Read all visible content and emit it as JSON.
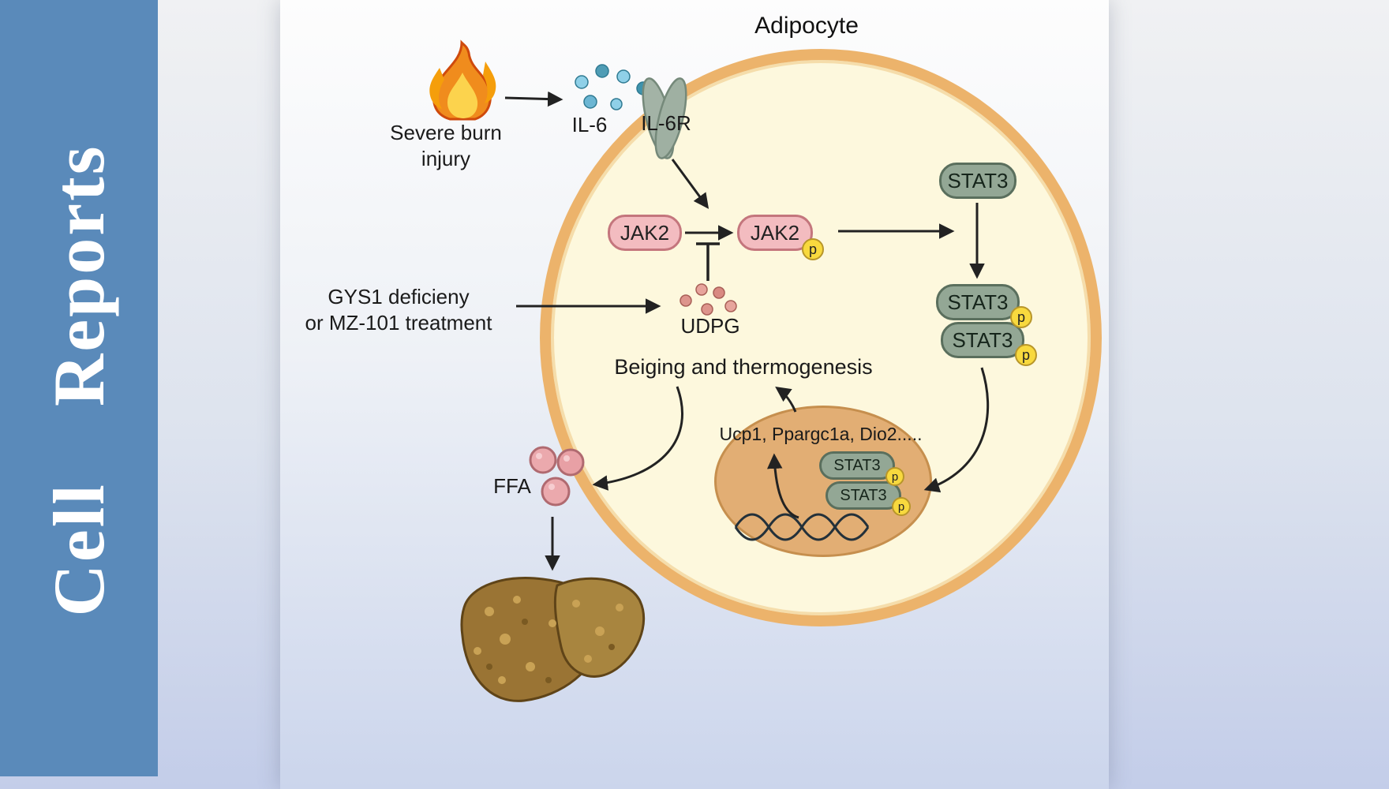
{
  "journal": {
    "name": "Cell Reports"
  },
  "figure": {
    "title": "Adipocyte",
    "burn": {
      "line1": "Severe burn",
      "line2": "injury"
    },
    "il6": "IL-6",
    "il6r": "IL-6R",
    "jak2": "JAK2",
    "stat3": "STAT3",
    "phospho": "p",
    "gys1": {
      "line1": "GYS1 deficieny",
      "line2": "or MZ-101 treatment"
    },
    "udpg": "UDPG",
    "beiging": "Beiging and thermogenesis",
    "genes": "Ucp1, Ppargc1a, Dio2.....",
    "ffa": "FFA",
    "colors": {
      "sidebar_blue": "#5a8aba",
      "cell_fill": "#fdf8dd",
      "membrane_orange": "#ecb36b",
      "kinase_pink": "#f3bcc0",
      "stat_green": "#93a795",
      "phospho_yellow": "#f8d93e",
      "nucleus_tan": "#e2ae74",
      "il6_blue": "#6cb6d3",
      "udpg_red": "#dd948c",
      "ffa_pink": "#eba9ad",
      "liver_brown": "#9a7434",
      "arrow": "#222222"
    }
  }
}
